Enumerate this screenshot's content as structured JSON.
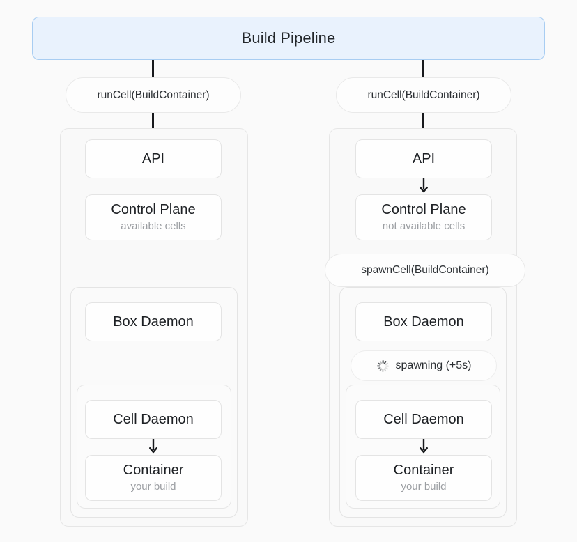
{
  "background": "#fafafa",
  "header": {
    "title": "Build Pipeline",
    "bg": "#e9f2fd",
    "border": "#a8cdf2"
  },
  "columns": [
    {
      "id": "left",
      "entry_pill": {
        "label": "runCell(BuildContainer)"
      },
      "nodes": [
        {
          "id": "api",
          "title": "API",
          "subtitle": ""
        },
        {
          "id": "control-plane",
          "title": "Control Plane",
          "subtitle": "available cells"
        },
        {
          "id": "box-daemon",
          "title": "Box Daemon",
          "subtitle": ""
        },
        {
          "id": "cell-daemon",
          "title": "Cell Daemon",
          "subtitle": ""
        },
        {
          "id": "container",
          "title": "Container",
          "subtitle": "your build"
        }
      ],
      "status_pill": null
    },
    {
      "id": "right",
      "entry_pill": {
        "label": "runCell(BuildContainer)"
      },
      "spawn_pill": {
        "label": "spawnCell(BuildContainer)"
      },
      "nodes": [
        {
          "id": "api",
          "title": "API",
          "subtitle": ""
        },
        {
          "id": "control-plane",
          "title": "Control Plane",
          "subtitle": "not available cells"
        },
        {
          "id": "box-daemon",
          "title": "Box Daemon",
          "subtitle": ""
        },
        {
          "id": "cell-daemon",
          "title": "Cell Daemon",
          "subtitle": ""
        },
        {
          "id": "container",
          "title": "Container",
          "subtitle": "your build"
        }
      ],
      "status_pill": {
        "icon": "spinner-icon",
        "label": "spawning (+5s)"
      }
    }
  ]
}
